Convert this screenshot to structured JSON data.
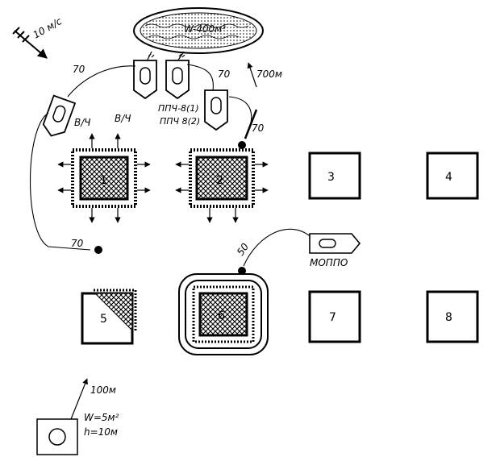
{
  "wind": {
    "label": "10 м/с"
  },
  "reservoir": {
    "label": "W-400м³"
  },
  "reservoir_distance": "700м",
  "hoses": [
    "70",
    "70",
    "70",
    "70",
    "50"
  ],
  "engines": {
    "left_top": "В/Ч",
    "left_mid": "В/Ч",
    "pump_station_1": "ППЧ-8(1)",
    "pump_station_2": "ППЧ 8(2)",
    "moppo": "МОППО"
  },
  "buildings": [
    {
      "number": "1",
      "state": "burning"
    },
    {
      "number": "2",
      "state": "burning"
    },
    {
      "number": "3",
      "state": "normal"
    },
    {
      "number": "4",
      "state": "normal"
    },
    {
      "number": "5",
      "state": "partially burning"
    },
    {
      "number": "6",
      "state": "burning, protected"
    },
    {
      "number": "7",
      "state": "normal"
    },
    {
      "number": "8",
      "state": "normal"
    }
  ],
  "water_source": {
    "distance": "100м",
    "volume": "W=5м²",
    "height": "h=10м"
  },
  "colors": {
    "ink": "#000000",
    "paper": "#ffffff"
  }
}
